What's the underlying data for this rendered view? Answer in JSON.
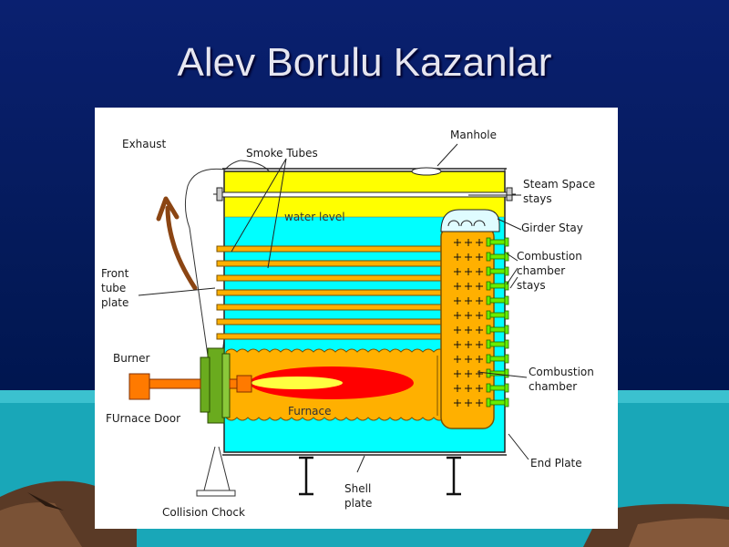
{
  "slide": {
    "title": "Alev Borulu Kazanlar"
  },
  "labels": {
    "exhaust": "Exhaust",
    "smoke_tubes": "Smoke Tubes",
    "manhole": "Manhole",
    "steam_space_stays_1": "Steam Space",
    "steam_space_stays_2": "stays",
    "water_level": "water level",
    "girder_stay": "Girder Stay",
    "combustion_chamber_stays_1": "Combustion",
    "combustion_chamber_stays_2": "chamber",
    "combustion_chamber_stays_3": "stays",
    "front_tube_plate_1": "Front",
    "front_tube_plate_2": "tube",
    "front_tube_plate_3": "plate",
    "burner": "Burner",
    "combustion_chamber_1": "Combustion",
    "combustion_chamber_2": "chamber",
    "furnace": "Furnace",
    "furnace_door": "FUrnace Door",
    "end_plate": "End Plate",
    "shell_plate_1": "Shell",
    "shell_plate_2": "plate",
    "collision_chock": "Collision Chock"
  },
  "colors": {
    "steam_space": "#ffff00",
    "water": "#00ffff",
    "tube": "#ffb000",
    "furnace": "#ffb000",
    "flame_outer": "#ff0000",
    "flame_inner": "#ffff40",
    "burner": "#ff7a00",
    "door": "#6aab1e",
    "stay": "#66ee00",
    "exhaust_arrow": "#8b4513"
  }
}
